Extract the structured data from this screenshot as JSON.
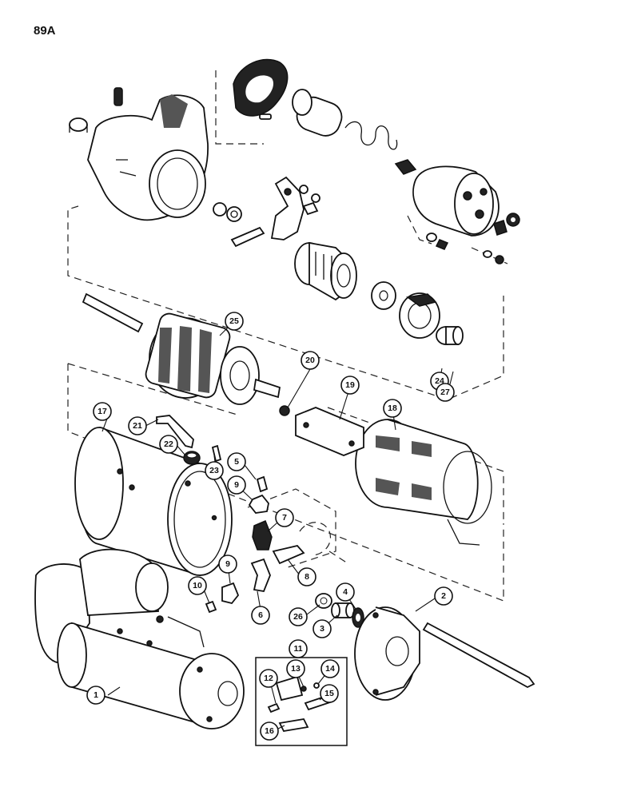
{
  "page_number": "89A",
  "callouts": [
    {
      "id": "c1",
      "label": "1"
    },
    {
      "id": "c2",
      "label": "2"
    },
    {
      "id": "c3",
      "label": "3"
    },
    {
      "id": "c4",
      "label": "4"
    },
    {
      "id": "c5",
      "label": "5"
    },
    {
      "id": "c6",
      "label": "6"
    },
    {
      "id": "c7",
      "label": "7"
    },
    {
      "id": "c8",
      "label": "8"
    },
    {
      "id": "c9a",
      "label": "9"
    },
    {
      "id": "c9b",
      "label": "9"
    },
    {
      "id": "c10",
      "label": "10"
    },
    {
      "id": "c11",
      "label": "11"
    },
    {
      "id": "c12",
      "label": "12"
    },
    {
      "id": "c13",
      "label": "13"
    },
    {
      "id": "c14",
      "label": "14"
    },
    {
      "id": "c15",
      "label": "15"
    },
    {
      "id": "c16",
      "label": "16"
    },
    {
      "id": "c17",
      "label": "17"
    },
    {
      "id": "c18",
      "label": "18"
    },
    {
      "id": "c19",
      "label": "19"
    },
    {
      "id": "c20",
      "label": "20"
    },
    {
      "id": "c21",
      "label": "21"
    },
    {
      "id": "c22",
      "label": "22"
    },
    {
      "id": "c23",
      "label": "23"
    },
    {
      "id": "c24",
      "label": "24"
    },
    {
      "id": "c25",
      "label": "25"
    },
    {
      "id": "c26",
      "label": "26"
    },
    {
      "id": "c27",
      "label": "27"
    }
  ]
}
